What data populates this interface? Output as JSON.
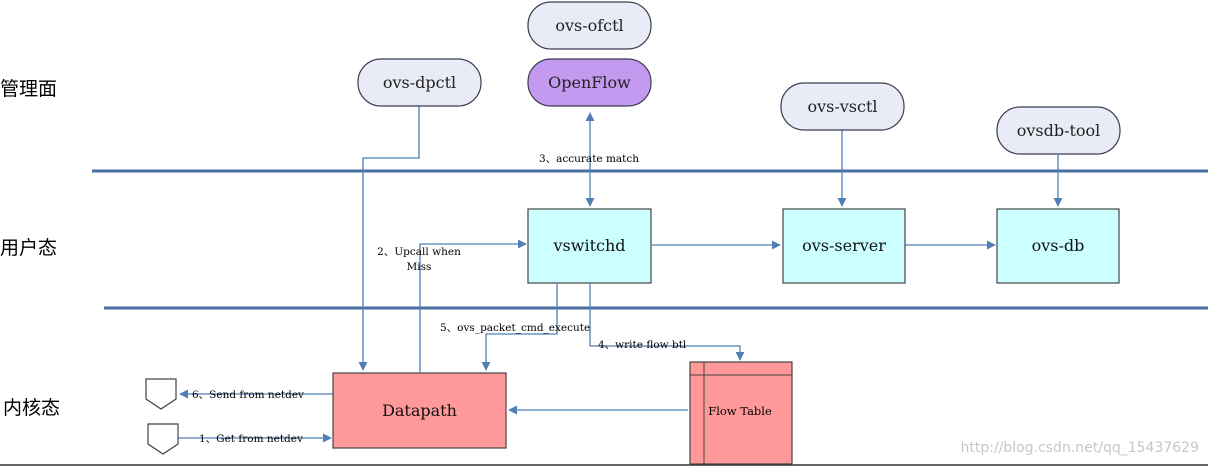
{
  "layers": {
    "management": "管理面",
    "user": "用户态",
    "kernel": "内核态"
  },
  "tools": {
    "ofctl": "ovs-ofctl",
    "openflow": "OpenFlow",
    "dpctl": "ovs-dpctl",
    "vsctl": "ovs-vsctl",
    "dbtool": "ovsdb-tool"
  },
  "components": {
    "vswitchd": "vswitchd",
    "server": "ovs-server",
    "db": "ovs-db",
    "datapath": "Datapath",
    "flow_table": "Flow Table"
  },
  "steps": {
    "s1": "1、Get from netdev",
    "s2_line1": "2、Upcall when",
    "s2_line2": "Miss",
    "s3": "3、accurate match",
    "s4": "4、write flow btl",
    "s5": "5、ovs_packet_cmd_execute",
    "s6": "6、Send from netdev"
  },
  "watermark": "http://blog.csdn.net/qq_15437629",
  "colors": {
    "line": "#4f7fb5",
    "separator": "#4a6fa5",
    "pill_fill": "#e9ecf6",
    "openflow_fill": "#c49af0",
    "user_box_fill": "#ccffff",
    "kernel_box_fill": "#ff9999"
  }
}
